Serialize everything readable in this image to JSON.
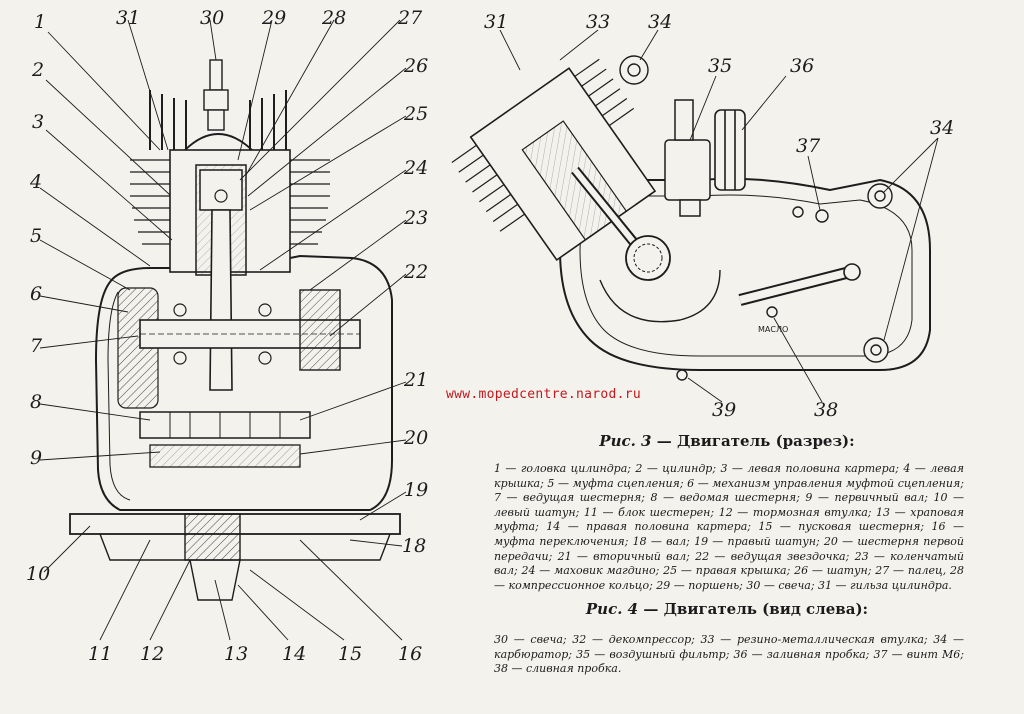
{
  "watermark": "www.mopedcentre.narod.ru",
  "colors": {
    "ink": "#1d1d1d",
    "paper": "#f4f2ec",
    "watermark": "#c2181e"
  },
  "figure3": {
    "caption_num": "Рис. 3",
    "caption_title": "— Двигатель (разрез):",
    "legend": "1 — головка цилиндра; 2 — цилиндр; 3 — левая половина картера; 4 — левая крышка; 5 — муфта сцепления; 6 — механизм управления муфтой сцепления; 7 — ведущая шестерня; 8 — ведомая шестерня; 9 — первичный вал; 10 — левый шатун; 11 — блок шестерен; 12 — тормозная втулка; 13 — храповая муфта; 14 — правая половина картера; 15 — пусковая шестерня; 16 — муфта переключения; 18 — вал; 19 — правый шатун; 20 — шестерня первой передачи; 21 — вторичный вал; 22 — ведущая звездочка; 23 — коленчатый вал; 24 — маховик магдино; 25 — правая крышка; 26 — шатун; 27 — палец, 28 — компрессионное кольцо; 29 — поршень; 30 — свеча; 31 — гильза цилиндра.",
    "labels": [
      "1",
      "2",
      "3",
      "4",
      "5",
      "6",
      "7",
      "8",
      "9",
      "10",
      "11",
      "12",
      "13",
      "14",
      "15",
      "16",
      "18",
      "19",
      "20",
      "21",
      "22",
      "23",
      "24",
      "25",
      "26",
      "27",
      "28",
      "29",
      "30",
      "31"
    ]
  },
  "figure4": {
    "caption_num": "Рис. 4",
    "caption_title": "— Двигатель (вид слева):",
    "legend": "30 — свеча; 32 — декомпрессор; 33 — резино-металлическая втулка; 34 — карбюратор; 35 — воздушный фильтр; 36 — заливная пробка; 37 — винт М6; 38 — сливная пробка.",
    "labels": [
      "31",
      "33",
      "34",
      "35",
      "36",
      "37",
      "34",
      "39",
      "38"
    ],
    "plate_text": "МАСЛО"
  }
}
